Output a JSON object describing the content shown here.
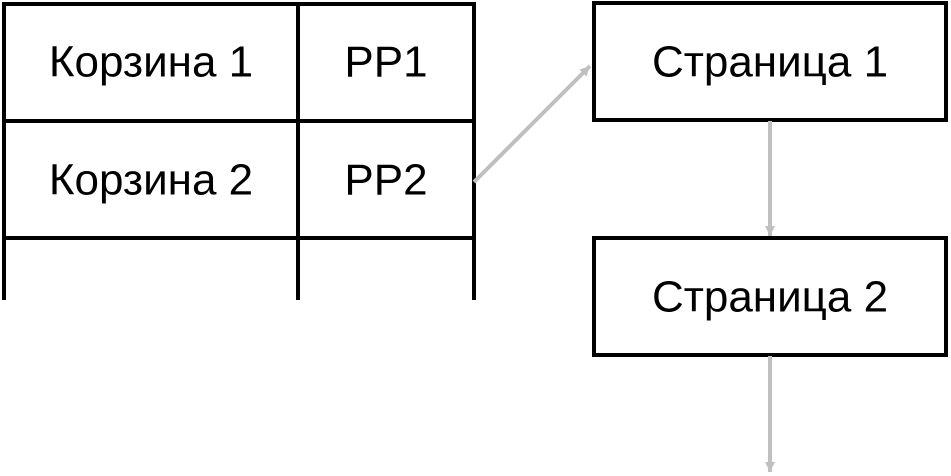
{
  "table": {
    "rows": [
      {
        "bucket": "Корзина 1",
        "pointer": "PP1"
      },
      {
        "bucket": "Корзина 2",
        "pointer": "PP2"
      }
    ]
  },
  "pages": [
    {
      "label": "Страница 1"
    },
    {
      "label": "Страница 2"
    }
  ],
  "colors": {
    "line": "#000000",
    "arrow": "#c0c0c0",
    "background": "#ffffff"
  }
}
